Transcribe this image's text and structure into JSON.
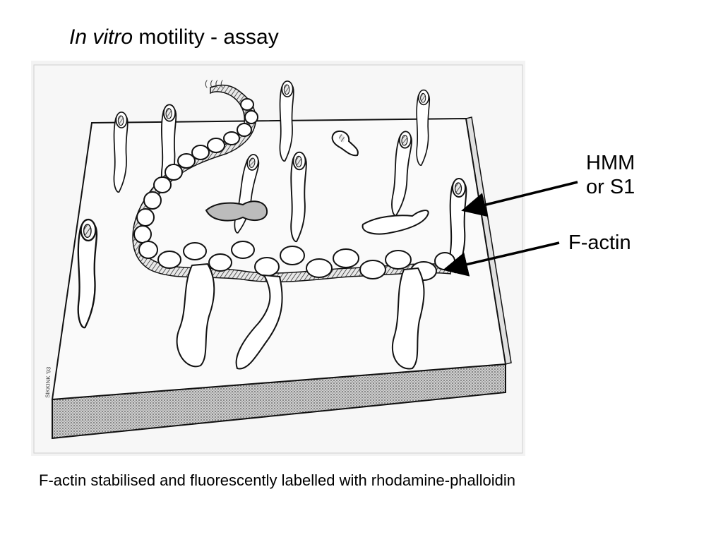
{
  "slide": {
    "title_italic": "In vitro",
    "title_rest": " motility - assay",
    "caption": "F-actin stabilised and fluorescently labelled with rhodamine-phalloidin"
  },
  "labels": {
    "hmm_line1": "HMM",
    "hmm_line2": "or S1",
    "factin": "F-actin"
  },
  "figure": {
    "signature": "SIKKINK '93",
    "icons": [
      "myosin-head-icon",
      "actin-filament-icon",
      "glass-slide-icon"
    ]
  }
}
